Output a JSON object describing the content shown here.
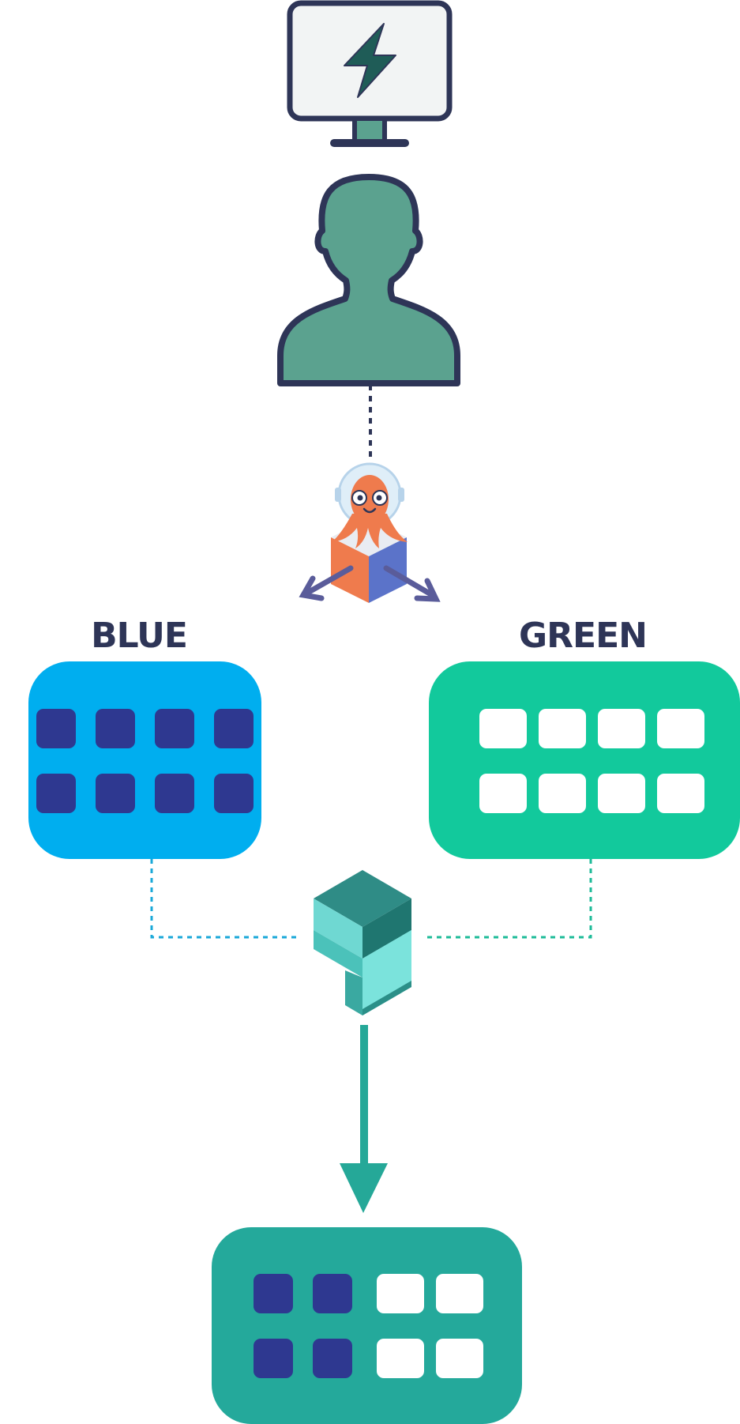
{
  "labels": {
    "blue": "BLUE",
    "green": "GREEN"
  },
  "colors": {
    "outline": "#2e3557",
    "person": "#5ba28f",
    "monitor_screen": "#f2f4f4",
    "bolt": "#1f5c57",
    "blue_cluster": "#00aeef",
    "green_cluster": "#12c99c",
    "result_cluster": "#24a99b",
    "pod_dark": "#2e3890",
    "pod_light": "#ffffff",
    "arrow": "#25a898",
    "argo_orange": "#ef7b4d",
    "argo_blue": "#5b73c9",
    "argo_arrows": "#5a5c9a"
  },
  "icons": {
    "monitor": "monitor-lightning-icon",
    "user": "user-icon",
    "argo": "argo-rollouts-octopus-logo",
    "traffic_router": "service-mesh-s-logo"
  },
  "clusters": {
    "blue": {
      "pods": [
        "dark",
        "dark",
        "dark",
        "dark",
        "dark",
        "dark",
        "dark",
        "dark"
      ]
    },
    "green": {
      "pods": [
        "light",
        "light",
        "light",
        "light",
        "light",
        "light",
        "light",
        "light"
      ]
    },
    "result": {
      "pods": [
        "dark",
        "dark",
        "light",
        "light",
        "dark",
        "dark",
        "light",
        "light"
      ]
    }
  }
}
